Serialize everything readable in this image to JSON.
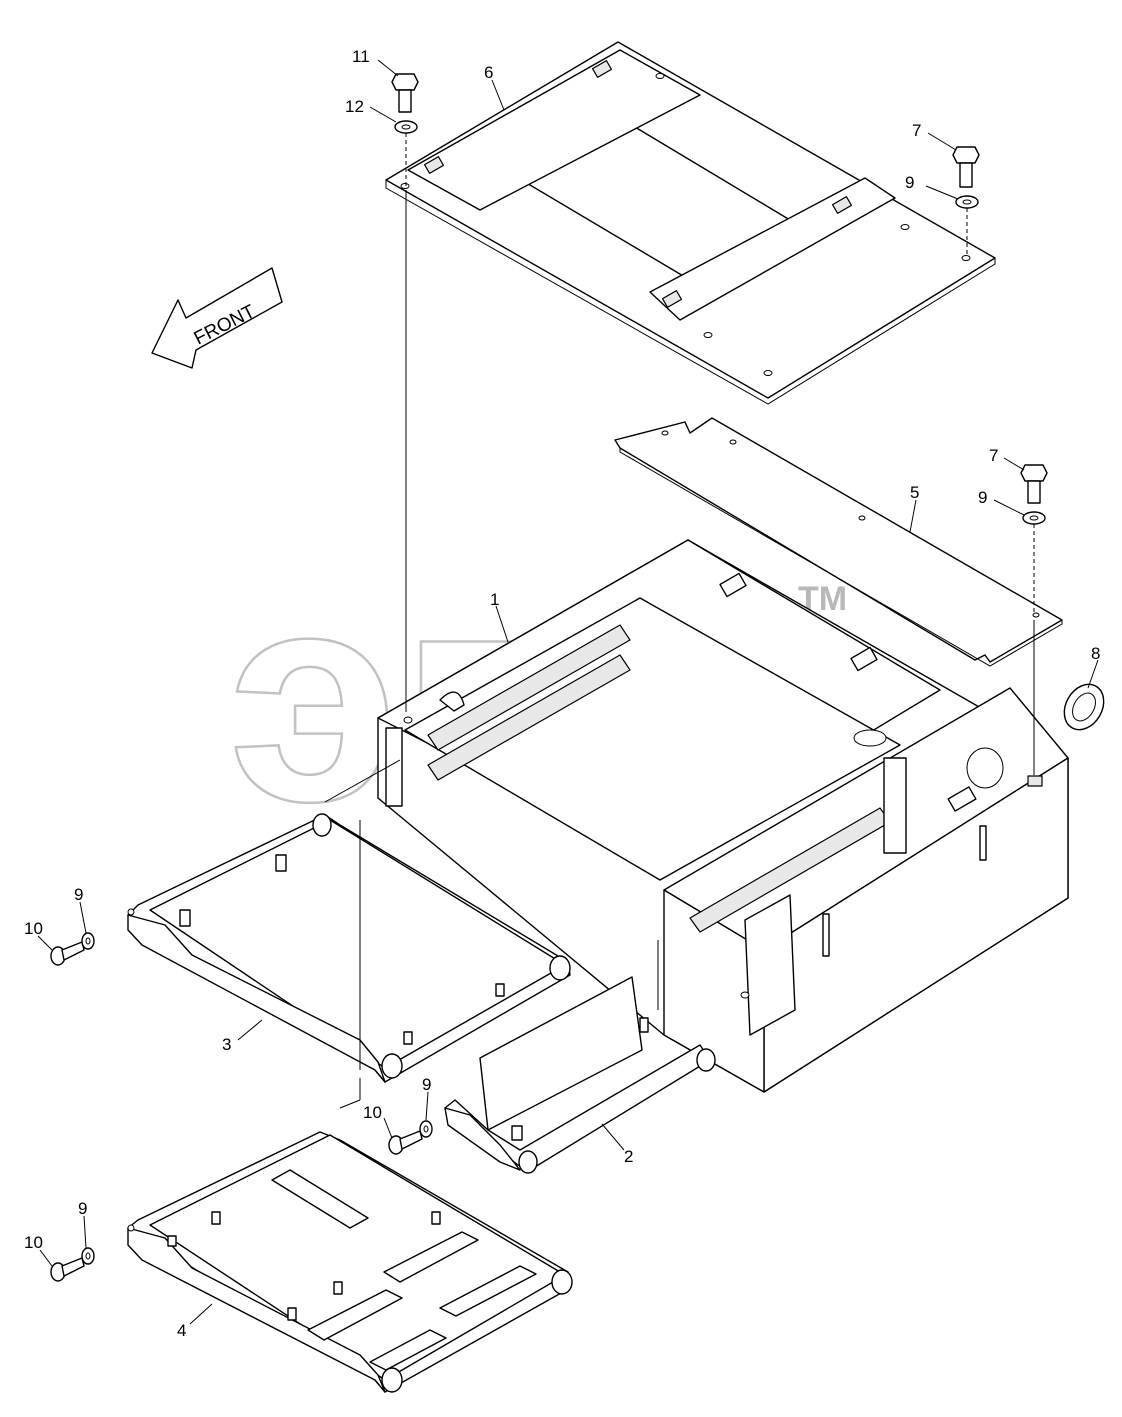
{
  "watermark": {
    "text": "эпф",
    "trademark": "TM"
  },
  "direction_arrow": {
    "label": "FRONT"
  },
  "callouts": [
    {
      "id": "c11",
      "label": "11"
    },
    {
      "id": "c6",
      "label": "6"
    },
    {
      "id": "c12",
      "label": "12"
    },
    {
      "id": "c7a",
      "label": "7"
    },
    {
      "id": "c9a",
      "label": "9"
    },
    {
      "id": "c7b",
      "label": "7"
    },
    {
      "id": "c5",
      "label": "5"
    },
    {
      "id": "c9b",
      "label": "9"
    },
    {
      "id": "c1",
      "label": "1"
    },
    {
      "id": "c8",
      "label": "8"
    },
    {
      "id": "c9c",
      "label": "9"
    },
    {
      "id": "c10a",
      "label": "10"
    },
    {
      "id": "c3",
      "label": "3"
    },
    {
      "id": "c9d",
      "label": "9"
    },
    {
      "id": "c10b",
      "label": "10"
    },
    {
      "id": "c2",
      "label": "2"
    },
    {
      "id": "c9e",
      "label": "9"
    },
    {
      "id": "c10c",
      "label": "10"
    },
    {
      "id": "c4",
      "label": "4"
    }
  ]
}
